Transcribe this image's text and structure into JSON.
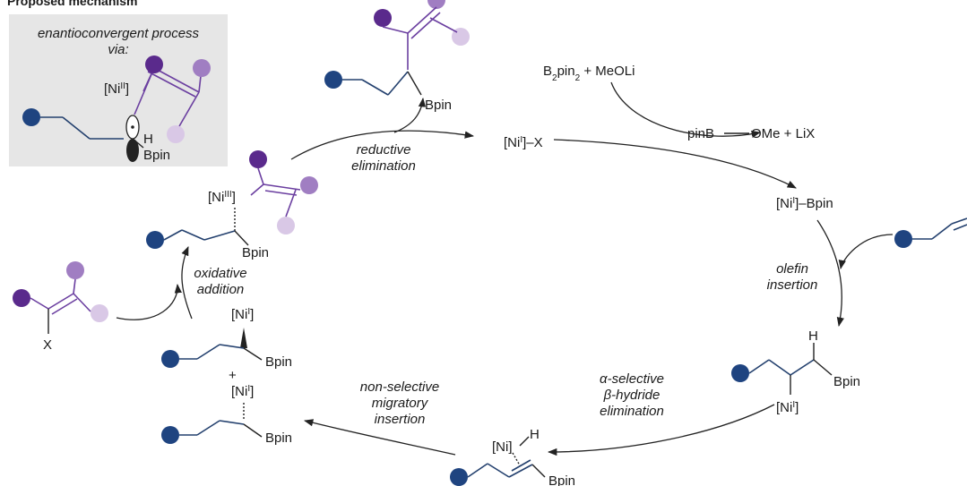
{
  "header": {
    "title": "Proposed mechanism"
  },
  "inset": {
    "line1": "enantioconvergent process",
    "line2": "via:",
    "ni": "[Ni",
    "ni_sup": "II",
    "ni_end": "]",
    "h": "H",
    "bpin": "Bpin"
  },
  "labels": {
    "bpin": "Bpin",
    "x": "X",
    "h": "H",
    "ni_bracket": "[Ni]",
    "b2pin2_a": "B",
    "b2pin2_b": "2",
    "b2pin2_c": "pin",
    "b2pin2_d": "2",
    "b2pin2_e": " + MeOLi",
    "pinb_ome": "pinB",
    "ome_lix": "OMe + LiX",
    "ni_open": "[Ni",
    "ni_close": "]",
    "ni1_sup": "I",
    "ni3_sup": "III",
    "x_suffix": "–X",
    "bpin_suffix": "–Bpin",
    "plus": "+"
  },
  "steps": {
    "reductive_1": "reductive",
    "reductive_2": "elimination",
    "oxidative_1": "oxidative",
    "oxidative_2": "addition",
    "olefin_1": "olefin",
    "olefin_2": "insertion",
    "alpha_1": "α-selective",
    "alpha_2": "β-hydride",
    "alpha_3": "elimination",
    "nonsel_1": "non-selective",
    "nonsel_2": "migratory",
    "nonsel_3": "insertion"
  },
  "colors": {
    "dark_blue": "#1f4480",
    "dark_purple": "#5a2a8c",
    "mid_purple": "#a07ec2",
    "light_purple": "#d9c8e6",
    "inset_bg": "#e6e6e6",
    "chain": "#23406e",
    "vinyl": "#6b3fa0"
  }
}
